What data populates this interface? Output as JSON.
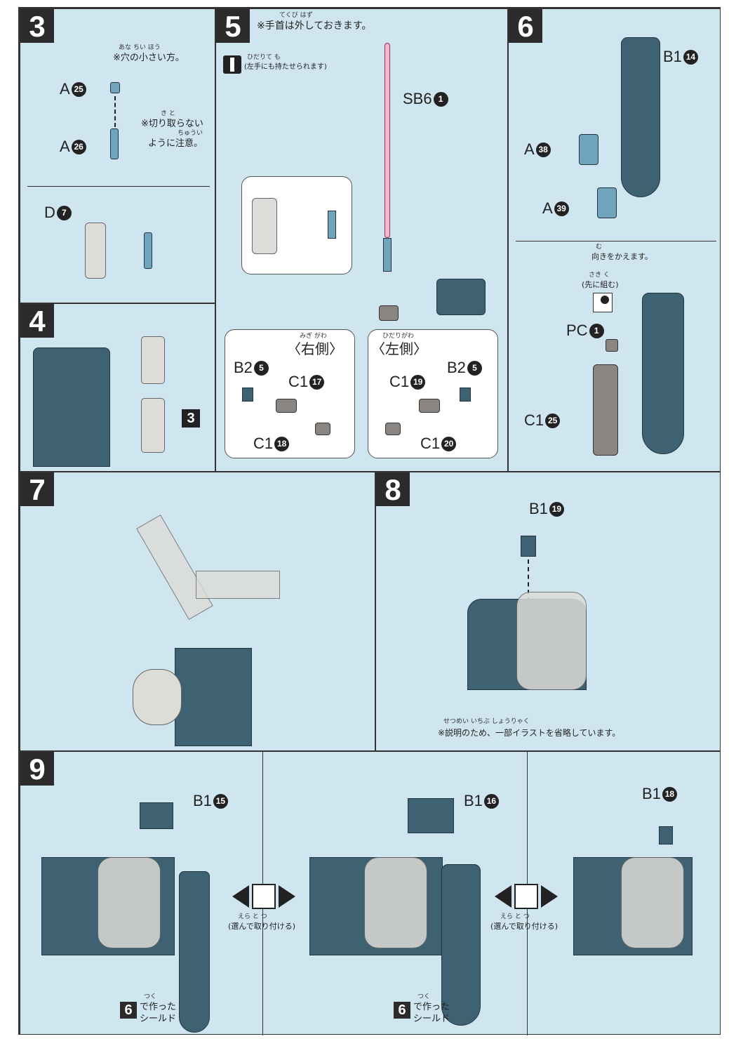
{
  "step3": {
    "number": "3",
    "note_small_hole": "※穴の小さい方。",
    "note_small_hole_ruby": "あな ちい ほう",
    "note_no_cut": "※切り取らない",
    "note_no_cut2": "ように注意。",
    "note_no_cut_ruby": "き と",
    "note_no_cut2_ruby": "ちゅうい",
    "parts": [
      {
        "letter": "A",
        "num": "25"
      },
      {
        "letter": "A",
        "num": "26"
      },
      {
        "letter": "D",
        "num": "7"
      }
    ]
  },
  "step4": {
    "number": "4",
    "ref": "3"
  },
  "step5": {
    "number": "5",
    "note": "※手首は外しておきます。",
    "note_ruby": "てくび はず",
    "hand_note": "(左手にも持たせられます)",
    "hand_note_ruby": "ひだりて も",
    "sb": {
      "letter": "SB6",
      "num": "1"
    },
    "right": {
      "label": "〈右側〉",
      "ruby": "みぎ がわ",
      "parts": [
        {
          "letter": "B2",
          "num": "5"
        },
        {
          "letter": "C1",
          "num": "17"
        },
        {
          "letter": "C1",
          "num": "18"
        }
      ]
    },
    "left": {
      "label": "〈左側〉",
      "ruby": "ひだりがわ",
      "parts": [
        {
          "letter": "B2",
          "num": "5"
        },
        {
          "letter": "C1",
          "num": "19"
        },
        {
          "letter": "C1",
          "num": "20"
        }
      ]
    }
  },
  "step6": {
    "number": "6",
    "parts": [
      {
        "letter": "B1",
        "num": "14"
      },
      {
        "letter": "A",
        "num": "38"
      },
      {
        "letter": "A",
        "num": "39"
      },
      {
        "letter": "PC",
        "num": "1"
      },
      {
        "letter": "C1",
        "num": "25"
      }
    ],
    "note_turn": "向きをかえます。",
    "note_turn_ruby": "む",
    "note_first": "(先に組む)",
    "note_first_ruby": "さき く"
  },
  "step7": {
    "number": "7"
  },
  "step8": {
    "number": "8",
    "part": {
      "letter": "B1",
      "num": "19"
    },
    "note": "※説明のため、一部イラストを省略しています。",
    "note_ruby": "せつめい いちぶ しょうりゃく"
  },
  "step9": {
    "number": "9",
    "parts": [
      {
        "letter": "B1",
        "num": "15"
      },
      {
        "letter": "B1",
        "num": "16"
      },
      {
        "letter": "B1",
        "num": "18"
      }
    ],
    "choose_note": "(選んで取り付ける)",
    "choose_ruby": "えら と つ",
    "shield_ref": "6",
    "shield_text1": "で作った",
    "shield_text2": "シールド",
    "shield_ruby": "つく"
  }
}
